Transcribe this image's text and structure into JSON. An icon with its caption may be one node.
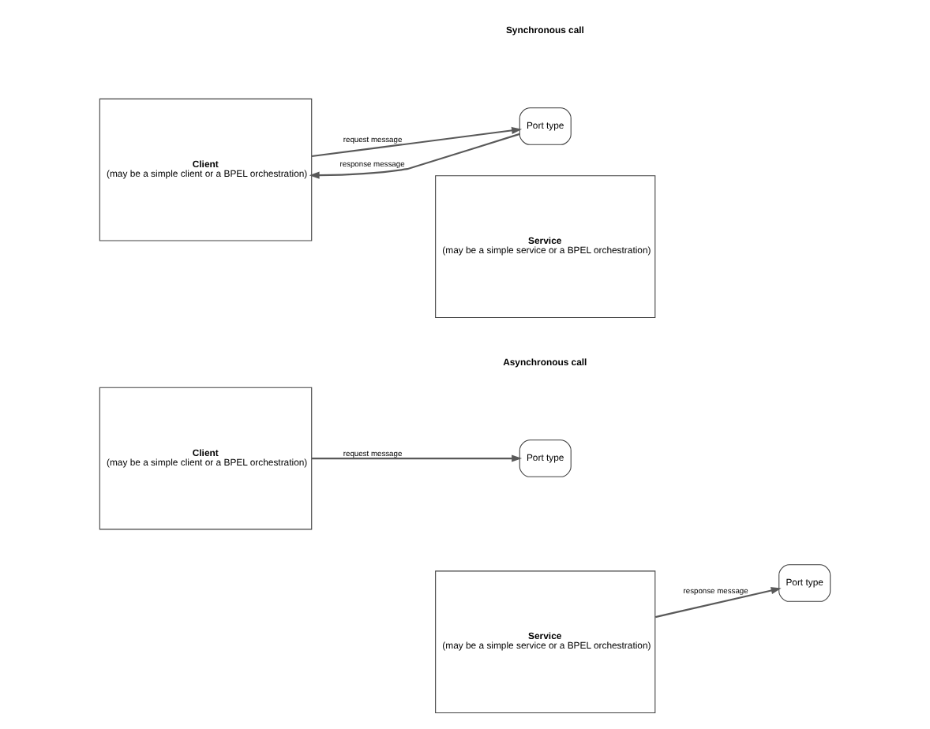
{
  "diagram": {
    "nodes": [
      {
        "text": [
          "Client",
          "(may be a simple client or a BPEL orchestration)"
        ]
      },
      {
        "text": [
          "Port type"
        ]
      },
      {
        "text": [
          "Service",
          "(may be a simple service or a BPEL orchestration)"
        ]
      },
      {
        "text": [
          "Client",
          "(may be a simple client or a BPEL orchestration)"
        ]
      },
      {
        "text": [
          "Port type"
        ]
      },
      {
        "text": [
          "Port type"
        ]
      },
      {
        "text": [
          "Service",
          "(may be a simple service or a BPEL orchestration)"
        ]
      }
    ],
    "edges": [
      {
        "from": 0,
        "to": 1,
        "label": "request message",
        "arrow": "to"
      },
      {
        "from": 1,
        "to": 0,
        "label": "response message",
        "arrow": "to"
      },
      {
        "from": 3,
        "to": 4,
        "label": "request message",
        "arrow": "to"
      },
      {
        "from": 6,
        "to": 5,
        "label": "response message",
        "arrow": "to"
      }
    ],
    "labels": [
      "Synchronous call",
      "Asynchronous call"
    ]
  }
}
